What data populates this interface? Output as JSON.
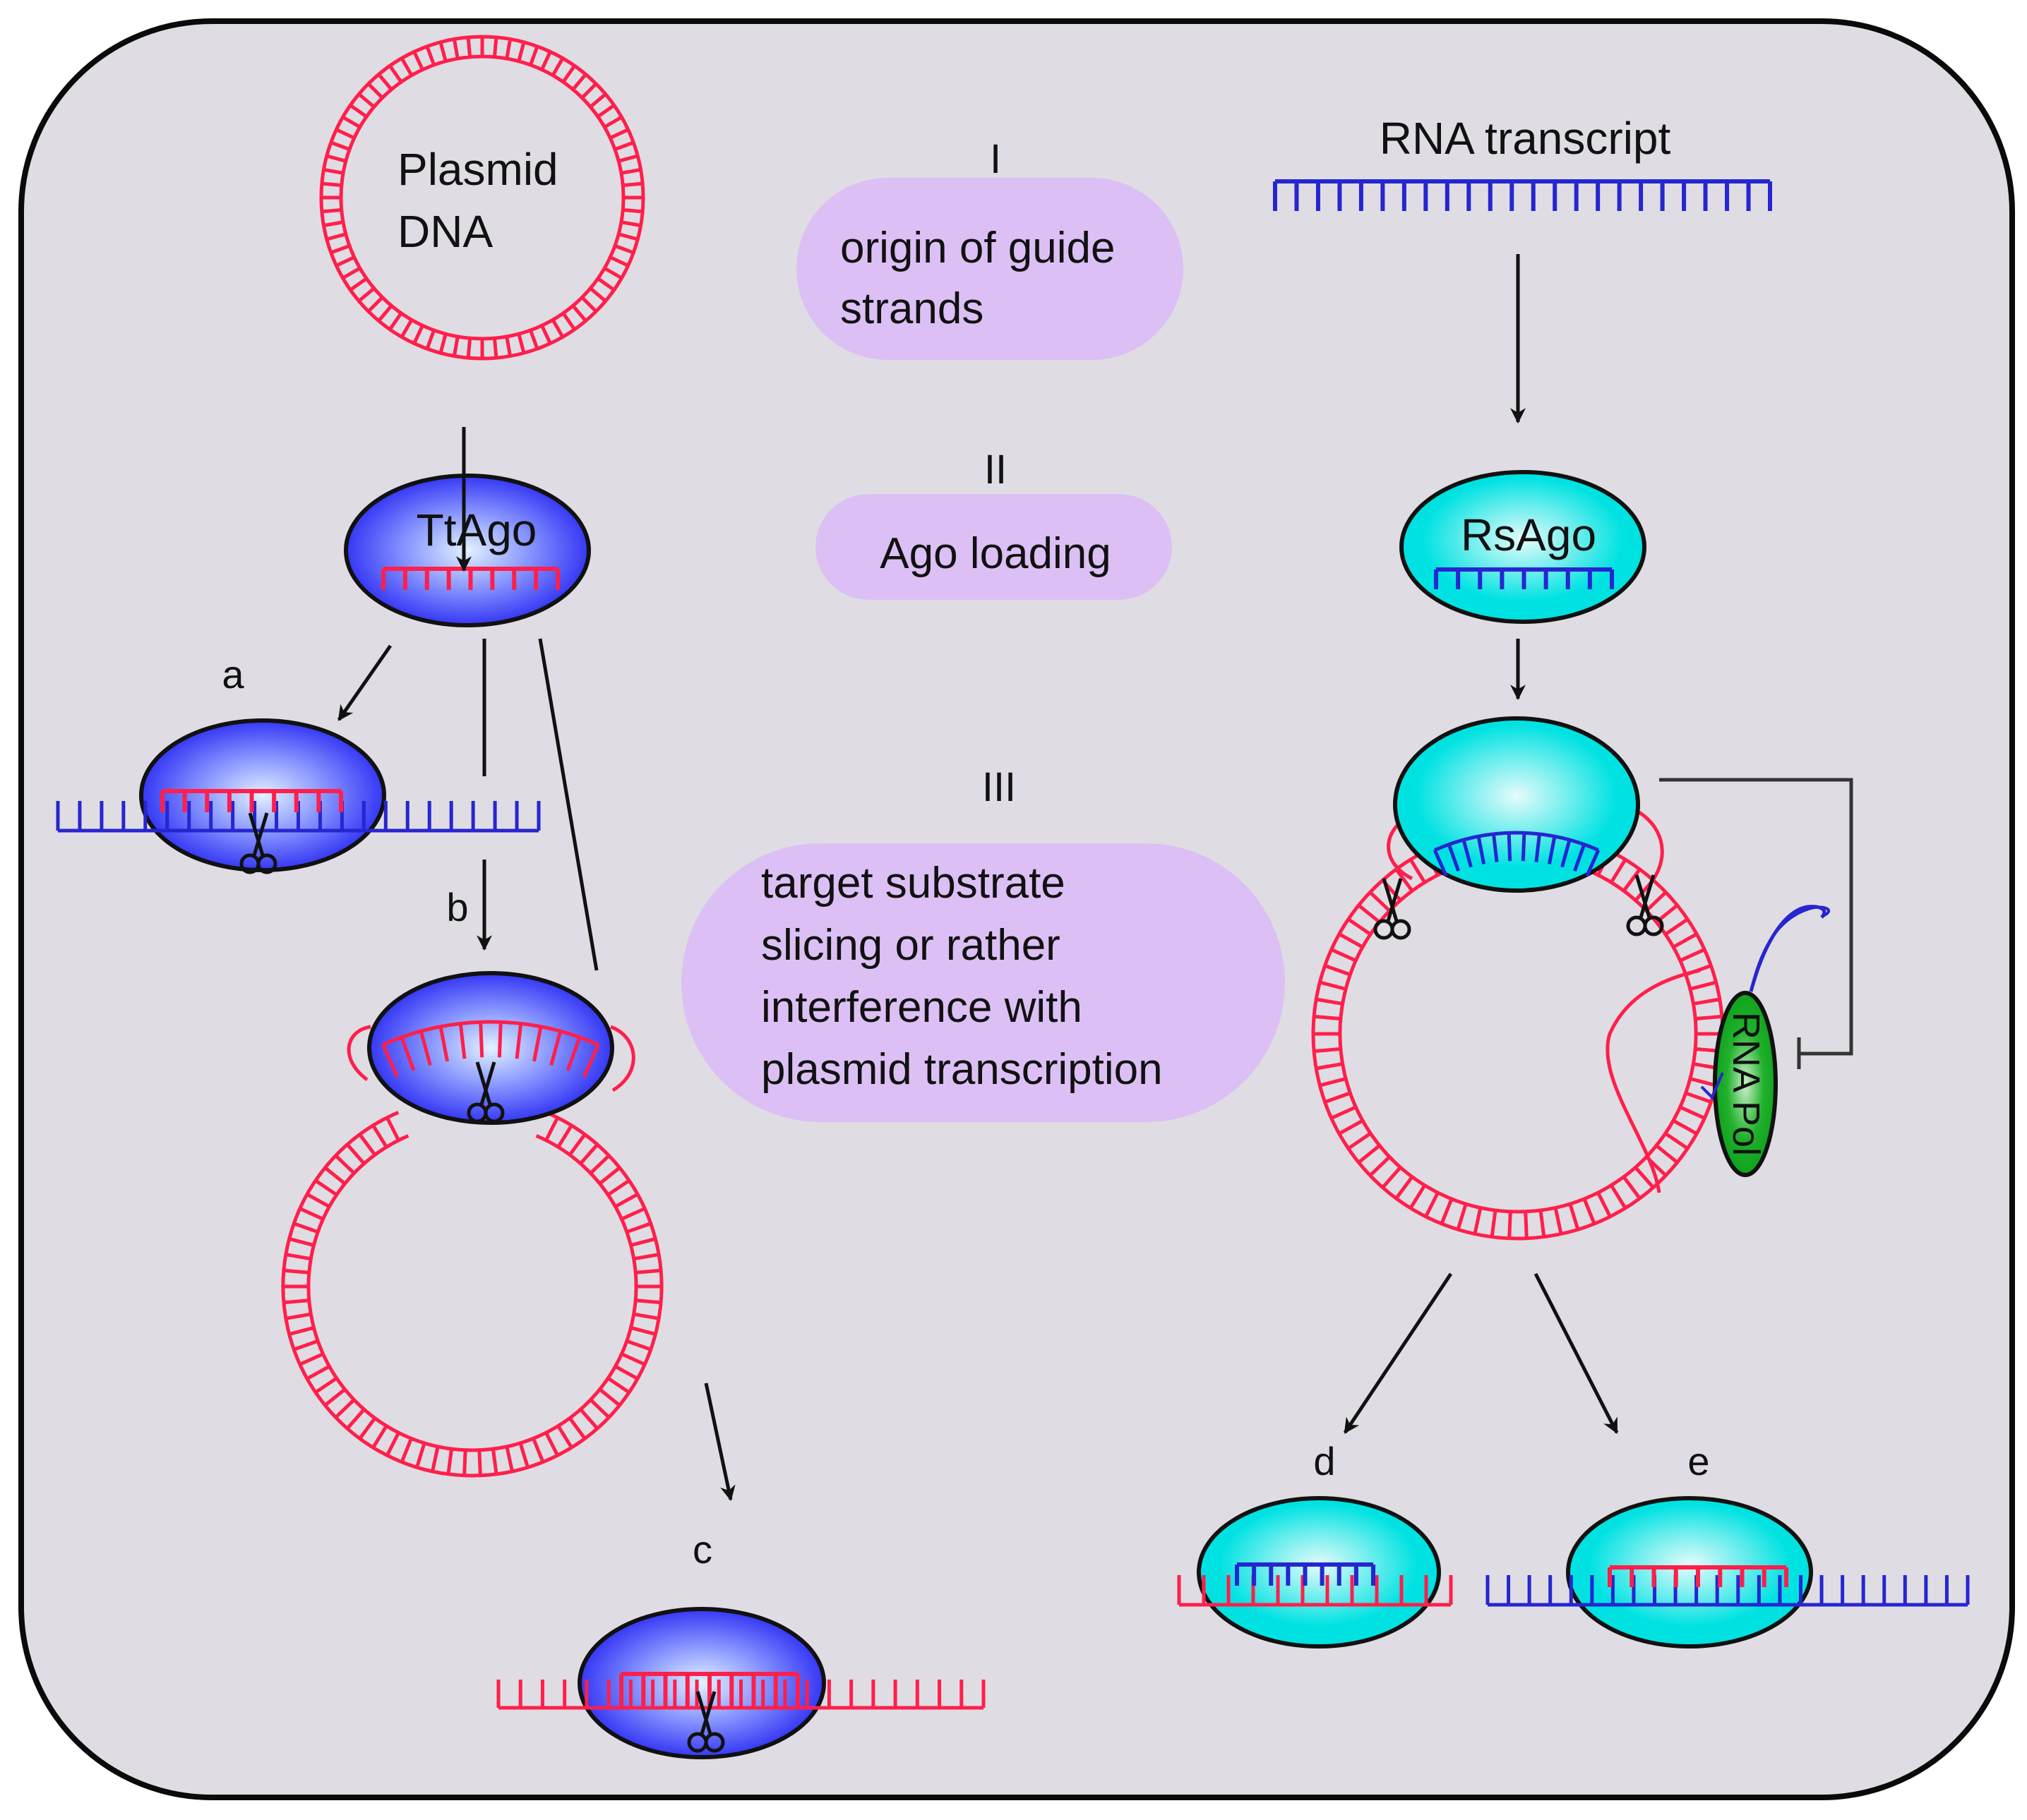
{
  "colors": {
    "background": "#dfdde3",
    "border": "#0a0a0a",
    "dna_red": "#ff1f4b",
    "rna_blue": "#2626d0",
    "ttago_blue": "#2b2bf5",
    "rsago_cyan": "#00e2e2",
    "rnapol_green": "#0fa81f",
    "step_box": "#dcc0f5",
    "arrow": "#111111"
  },
  "left": {
    "plasmid_label": [
      "Plasmid",
      "DNA"
    ],
    "ttago_label": "TtAgo",
    "pathway_labels": {
      "a": "a",
      "b": "b",
      "c": "c"
    }
  },
  "center": {
    "steps": [
      {
        "numeral": "I",
        "text": [
          "origin of guide",
          "strands"
        ]
      },
      {
        "numeral": "II",
        "text": [
          "Ago loading"
        ]
      },
      {
        "numeral": "III",
        "text": [
          "target  substrate",
          "slicing or rather",
          "interference with",
          "plasmid transcription"
        ]
      }
    ]
  },
  "right": {
    "rna_label": "RNA transcript",
    "rsago_label": "RsAgo",
    "rnapol_label": "RNA Pol",
    "pathway_labels": {
      "d": "d",
      "e": "e"
    }
  }
}
